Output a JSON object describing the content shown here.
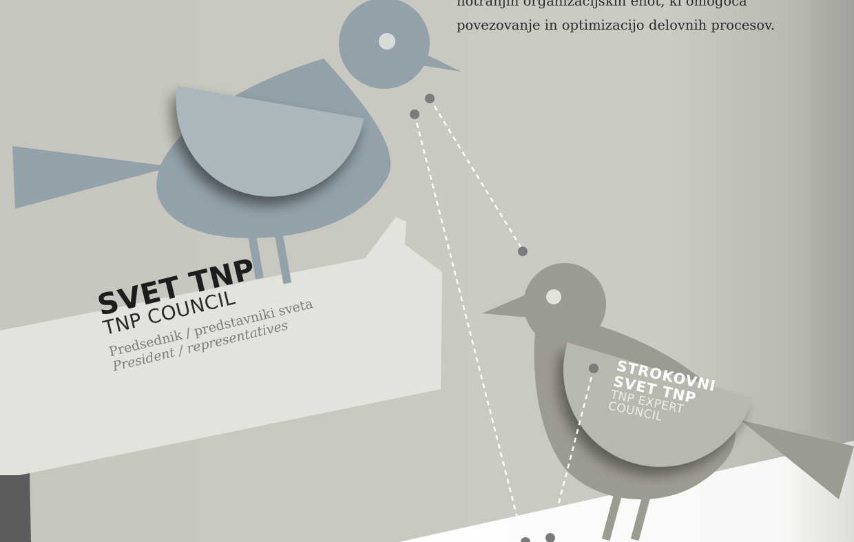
{
  "intro": {
    "line1": "notranjih organizacijskih enot, ki omogoča",
    "line2": "povezovanje in optimizacijo delovnih procesov."
  },
  "council": {
    "title": "SVET TNP",
    "subtitle": "TNP COUNCIL",
    "members_sl": "Predsednik / predstavniki sveta",
    "members_en": "President / representatives"
  },
  "expert_council": {
    "title_line1": "STROKOVNI",
    "title_line2": "SVET TNP",
    "subtitle_line1": "TNP EXPERT",
    "subtitle_line2": "COUNCIL"
  },
  "colors": {
    "background": "#c9c9c1",
    "upper_bird": "#93a2aa",
    "upper_wing": "#aab7bd",
    "lower_bird": "#9c9b91",
    "lower_wing": "#b9b8ae",
    "branch": "#e3e3dd",
    "connector": "#ffffff",
    "dot": "#7b7b7b"
  }
}
